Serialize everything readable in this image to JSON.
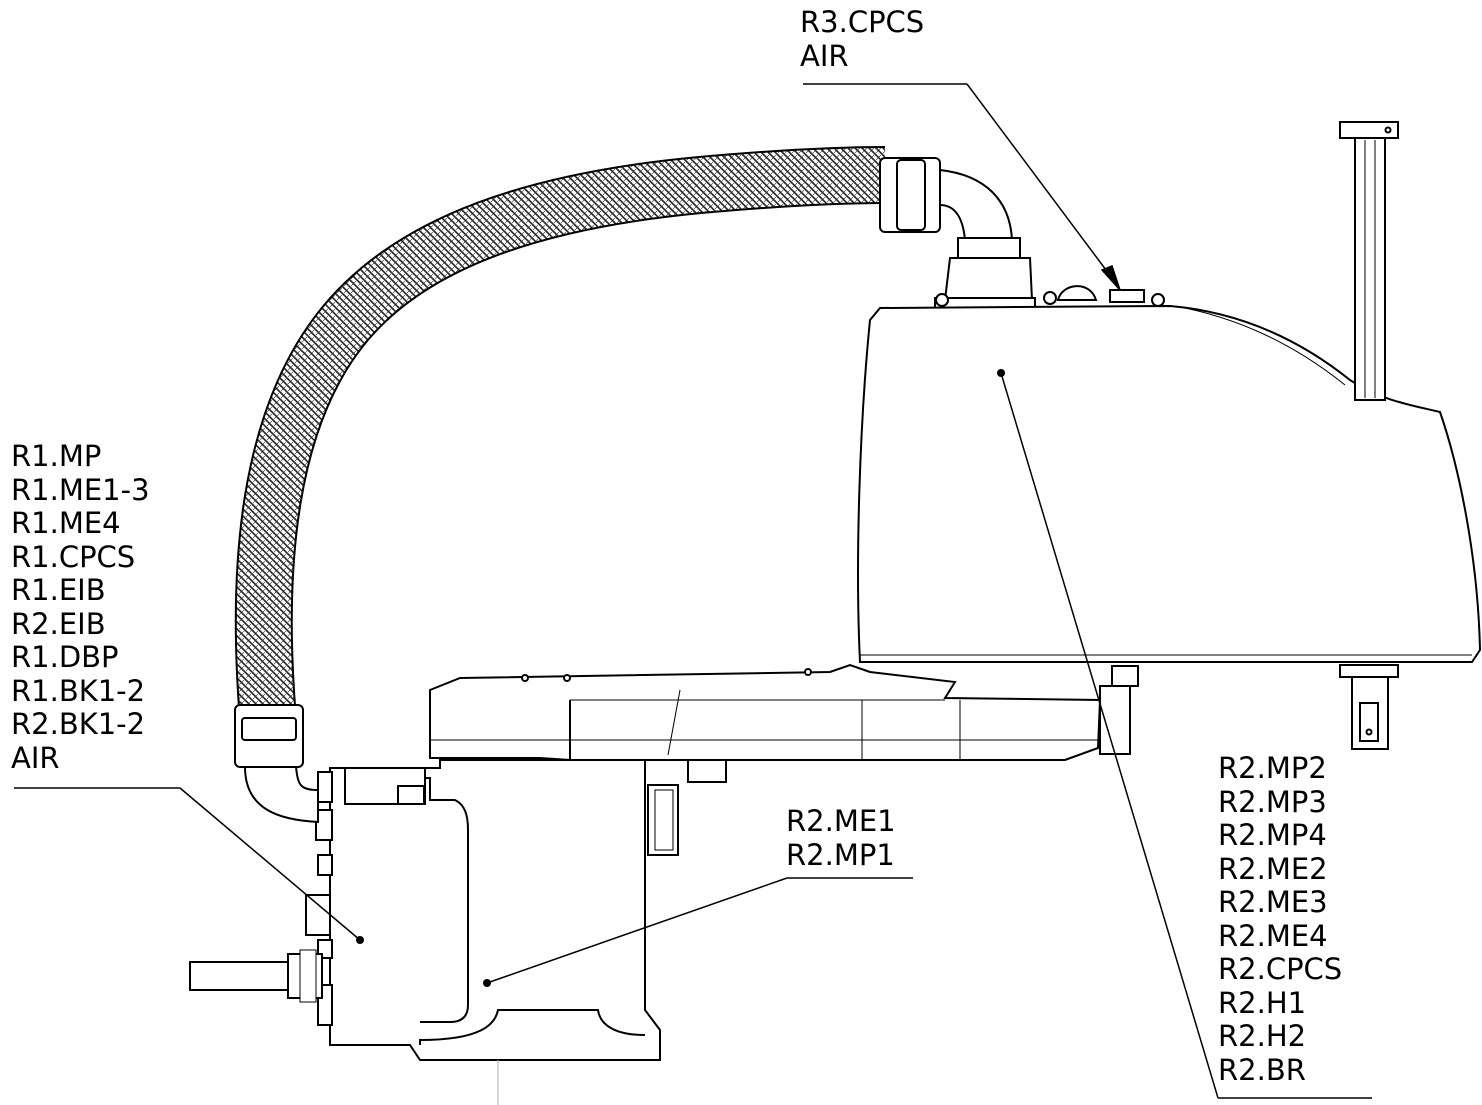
{
  "callouts": {
    "r3_group": [
      "R3.CPCS",
      "AIR"
    ],
    "r1_group": [
      "R1.MP",
      "R1.ME1-3",
      "R1.ME4",
      "R1.CPCS",
      "R1.EIB",
      "R2.EIB",
      "R1.DBP",
      "R1.BK1-2",
      "R2.BK1-2",
      "AIR"
    ],
    "r2_me_group": [
      "R2.ME1",
      "R2.MP1"
    ],
    "r2_mp_group": [
      "R2.MP2",
      "R2.MP3",
      "R2.MP4",
      "R2.ME2",
      "R2.ME3",
      "R2.ME4",
      "R2.CPCS",
      "R2.H1",
      "R2.H2",
      "R2.BR"
    ]
  }
}
